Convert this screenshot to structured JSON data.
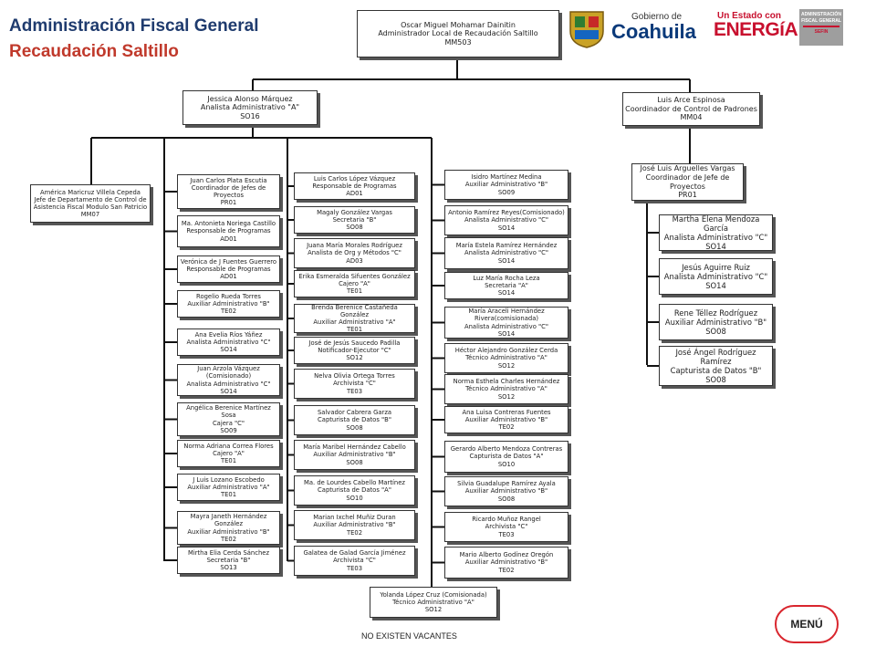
{
  "header": {
    "title_line1": "Administración Fiscal General",
    "title_line2": "Recaudación Saltillo"
  },
  "logos": {
    "gobierno_de": "Gobierno de",
    "coahuila": "Coahuila",
    "un_estado_con": "Un Estado con",
    "energia": "ENERGíA",
    "afg_line1": "ADMINISTRACIÓN",
    "afg_line2": "FISCAL GENERAL",
    "afg_line3": "SEFIN"
  },
  "boxes": {
    "top": [
      "Oscar Miguel Mohamar Dainitin",
      "Administrador Local de Recaudación Saltillo",
      "MM503"
    ],
    "jessica": [
      "Jessica Alonso Márquez",
      "Analista Administrativo \"A\"",
      "SO16"
    ],
    "luis_arce": [
      "Luis Arce Espinosa",
      "Coordinador de Control de Padrones",
      "MM04"
    ],
    "america": [
      "América Maricruz Villela Cepeda",
      "Jefe de Departamento de Control de",
      "Asistencia Fiscal Modulo San Patricio",
      "MM07"
    ],
    "col2": [
      [
        "Juan Carlos Plata Escutia",
        "Coordinador de Jefes de",
        "Proyectos",
        "PR01"
      ],
      [
        "Ma. Antonieta Noriega Castillo",
        "Responsable de Programas",
        "AD01"
      ],
      [
        "Verónica de J Fuentes Guerrero",
        "Responsable de Programas",
        "AD01"
      ],
      [
        "Rogelio Rueda Torres",
        "Auxiliar Administrativo \"B\"",
        "TE02"
      ],
      [
        "Ana Evelia Ríos Yáñez",
        "Analista Administrativo \"C\"",
        "SO14"
      ],
      [
        "Juan Arzola Vázquez",
        "(Comisionado)",
        "Analista Administrativo \"C\"",
        "SO14"
      ],
      [
        "Angélica Berenice Martínez",
        "Sosa",
        "Cajera \"C\"",
        "SO09"
      ],
      [
        "Norma Adriana Correa Flores",
        "Cajero \"A\"",
        "TE01"
      ],
      [
        "J Luis Lozano Escobedo",
        "Auxiliar Administrativo \"A\"",
        "TE01"
      ],
      [
        "Mayra Janeth Hernández",
        "González",
        "Auxiliar Administrativo \"B\"",
        "TE02"
      ],
      [
        "Mirtha Elia Cerda Sánchez",
        "Secretaria \"B\"",
        "SO13"
      ]
    ],
    "col3": [
      [
        "Luis Carlos López Vázquez",
        "Responsable de Programas",
        "AD01"
      ],
      [
        "Magaly González Vargas",
        "Secretaria \"B\"",
        "SO08"
      ],
      [
        "Juana María Morales Rodríguez",
        "Analista de Org y Métodos \"C\"",
        "AD03"
      ],
      [
        "Erika Esmeralda Sifuentes González",
        "Cajero \"A\"",
        "TE01"
      ],
      [
        "Brenda Berenice Castañeda",
        "González",
        "Auxiliar Administrativo \"A\"",
        "TE01"
      ],
      [
        "José de Jesús Saucedo Padilla",
        "Notificador-Ejecutor \"C\"",
        "SO12"
      ],
      [
        "Nelva Olivia Ortega Torres",
        "Archivista \"C\"",
        "TE03"
      ],
      [
        "Salvador Cabrera Garza",
        "Capturista de Datos \"B\"",
        "SO08"
      ],
      [
        "María Maribel Hernández Cabello",
        "Auxiliar Administrativo \"B\"",
        "SO08"
      ],
      [
        "Ma. de Lourdes Cabello Martínez",
        "Capturista de Datos \"A\"",
        "SO10"
      ],
      [
        "Marian Ixchel Muñiz Duran",
        "Auxiliar Administrativo \"B\"",
        "TE02"
      ],
      [
        "Galatea de Galad García Jiménez",
        "Archivista \"C\"",
        "TE03"
      ]
    ],
    "col4": [
      [
        "Isidro Martínez Medina",
        "Auxiliar Administrativo \"B\"",
        "SO09"
      ],
      [
        "Antonio Ramírez Reyes(Comisionado)",
        "Analista Administrativo \"C\"",
        "SO14"
      ],
      [
        "María Estela Ramírez Hernández",
        "Analista Administrativo \"C\"",
        "SO14"
      ],
      [
        "Luz María Rocha Leza",
        "Secretaria \"A\"",
        "SO14"
      ],
      [
        "María Araceli Hernández",
        "Rivera(comisionada)",
        "Analista Administrativo \"C\"",
        "SO14"
      ],
      [
        "Héctor Alejandro González Cerda",
        "Técnico Administrativo \"A\"",
        "SO12"
      ],
      [
        "Norma Esthela Charles Hernández",
        "Técnico Administrativo \"A\"",
        "SO12"
      ],
      [
        "Ana Luisa Contreras Fuentes",
        "Auxiliar Administrativo \"B\"",
        "TE02"
      ],
      [
        "Gerardo Alberto Mendoza Contreras",
        "Capturista de Datos \"A\"",
        "SO10"
      ],
      [
        "Silvia Guadalupe Ramírez Ayala",
        "Auxiliar Administrativo \"B\"",
        "SO08"
      ],
      [
        "Ricardo Muñoz Rangel",
        "Archivista \"C\"",
        "TE03"
      ],
      [
        "Mario Alberto Godínez Oregón",
        "Auxiliar Administrativo \"B\"",
        "TE02"
      ]
    ],
    "yolanda": [
      "Yolanda López Cruz (Comisionada)",
      "Técnico Administrativo \"A\"",
      "SO12"
    ],
    "right": [
      [
        "José Luis Arguelles Vargas",
        "Coordinador de Jefe de",
        "Proyectos",
        "PR01"
      ],
      [
        "Martha Elena Mendoza García",
        "Analista Administrativo \"C\"",
        "SO14"
      ],
      [
        "Jesús Aguirre Ruiz",
        "Analista Administrativo \"C\"",
        "SO14"
      ],
      [
        "Rene Téllez Rodríguez",
        "Auxiliar Administrativo \"B\"",
        "SO08"
      ],
      [
        "José Ángel Rodríguez Ramírez",
        "Capturista de Datos \"B\"",
        "SO08"
      ]
    ]
  },
  "footer": "NO EXISTEN VACANTES",
  "menu_label": "MENÚ",
  "colors": {
    "title_blue": "#1f3b6e",
    "title_red": "#c0392b",
    "menu_border": "#d9262e",
    "energia_red": "#c8102e",
    "coahuila_blue": "#0b3a7a"
  }
}
